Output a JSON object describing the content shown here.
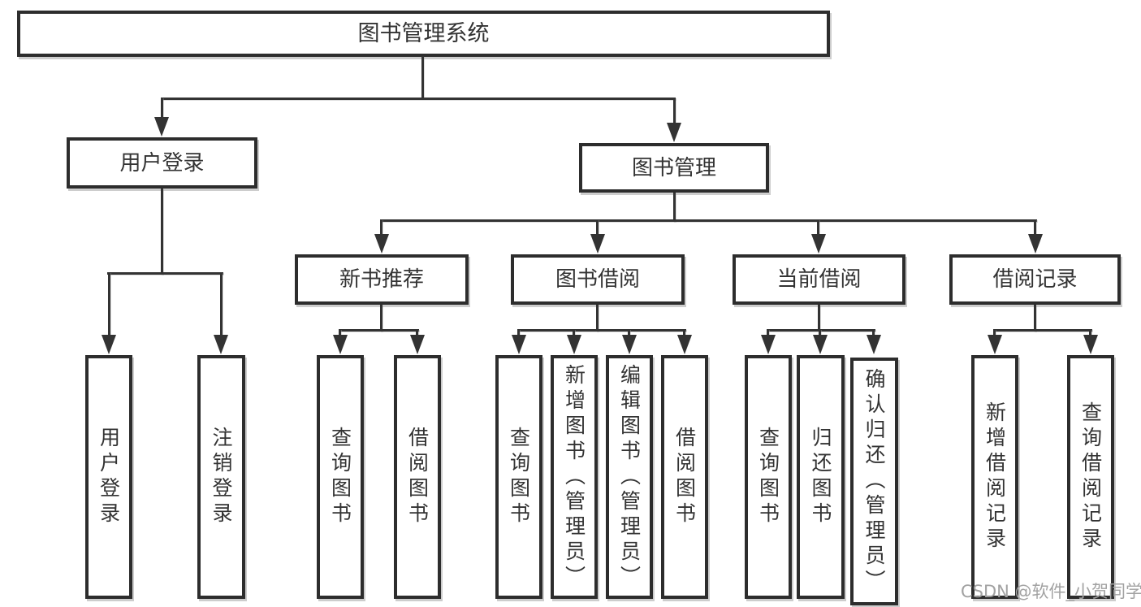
{
  "diagram": {
    "root": {
      "label": "图书管理系统"
    },
    "level1": [
      {
        "label": "用户登录"
      },
      {
        "label": "图书管理"
      }
    ],
    "level2": [
      {
        "label": "新书推荐"
      },
      {
        "label": "图书借阅"
      },
      {
        "label": "当前借阅"
      },
      {
        "label": "借阅记录"
      }
    ],
    "leaves": {
      "user_login": [
        {
          "label": "用户登录"
        },
        {
          "label": "注销登录"
        }
      ],
      "new_book": [
        {
          "label": "查询图书"
        },
        {
          "label": "借阅图书"
        }
      ],
      "borrow": [
        {
          "label": "查询图书"
        },
        {
          "label": "新增图书（管理员）"
        },
        {
          "label": "编辑图书（管理员）"
        },
        {
          "label": "借阅图书"
        }
      ],
      "current": [
        {
          "label": "查询图书"
        },
        {
          "label": "归还图书"
        },
        {
          "label": "确认归还（管理员）"
        }
      ],
      "records": [
        {
          "label": "新增借阅记录"
        },
        {
          "label": "查询借阅记录"
        }
      ]
    },
    "watermark": "CSDN @软件_小贺同学",
    "colors": {
      "line": "#333333",
      "box_border": "#2d2d2d",
      "text": "#333333",
      "watermark": "#a2a2a2",
      "background": "#ffffff"
    }
  }
}
